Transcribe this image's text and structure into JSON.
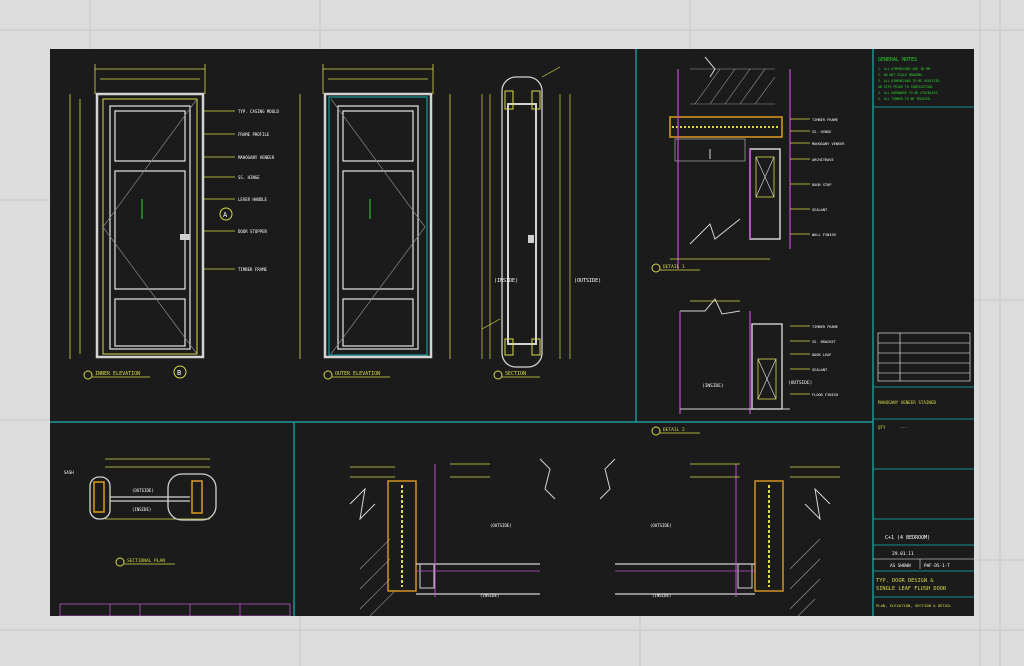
{
  "drawing": {
    "elevations": {
      "inner_label": "INNER ELEVATION",
      "outer_label": "OUTER ELEVATION",
      "section_label": "SECTION",
      "inside": "(INSIDE)",
      "outside": "(OUTSIDE)",
      "callout_a": "A",
      "callout_b": "B"
    },
    "details": {
      "detail1": "DETAIL 1",
      "detail2": "DETAIL 2",
      "sectional_plan": "SECTIONAL PLAN",
      "inside": "(INSIDE)",
      "outside": "(OUTSIDE)",
      "sash": "SASH"
    },
    "title_block": {
      "general_notes": "GENERAL NOTES",
      "finish": "MAHOGANY VENEER STAINED",
      "qty": "QTY",
      "qty_value": "---",
      "unit_type": "C+1 (4 BEDROOM)",
      "date": "29.01.11",
      "scale": "AS SHOWN",
      "drawing_no": "PHF-DS-1-T",
      "title_line1": "TYP. DOOR DESIGN &",
      "title_line2": "SINGLE LEAF FLUSH DOOR",
      "subtitle": "PLAN, ELEVATION, SECTION & DETAIL"
    }
  }
}
